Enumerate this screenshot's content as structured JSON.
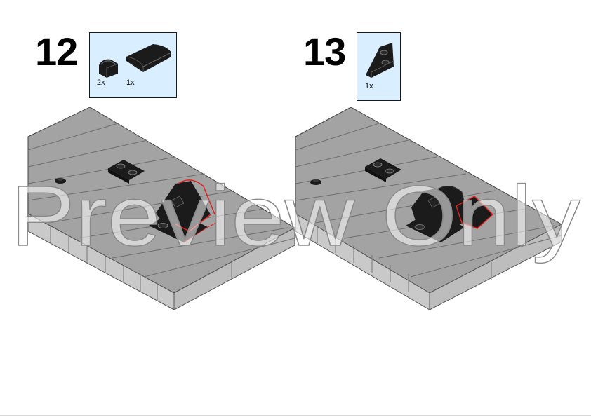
{
  "steps": [
    {
      "number": "12",
      "parts": [
        {
          "icon": "curved-slope-1x1-icon",
          "qty": "2x"
        },
        {
          "icon": "curved-slope-2x2-icon",
          "qty": "1x"
        }
      ]
    },
    {
      "number": "13",
      "parts": [
        {
          "icon": "wedge-plate-icon",
          "qty": "1x"
        }
      ]
    }
  ],
  "watermark": "Preview Only",
  "colors": {
    "callout_bg": "#d9efff",
    "brick_black": "#1b1b1b",
    "plate_top": "#a3a3a3",
    "plate_side": "#c9c9c9",
    "highlight_red": "#e0201f"
  }
}
